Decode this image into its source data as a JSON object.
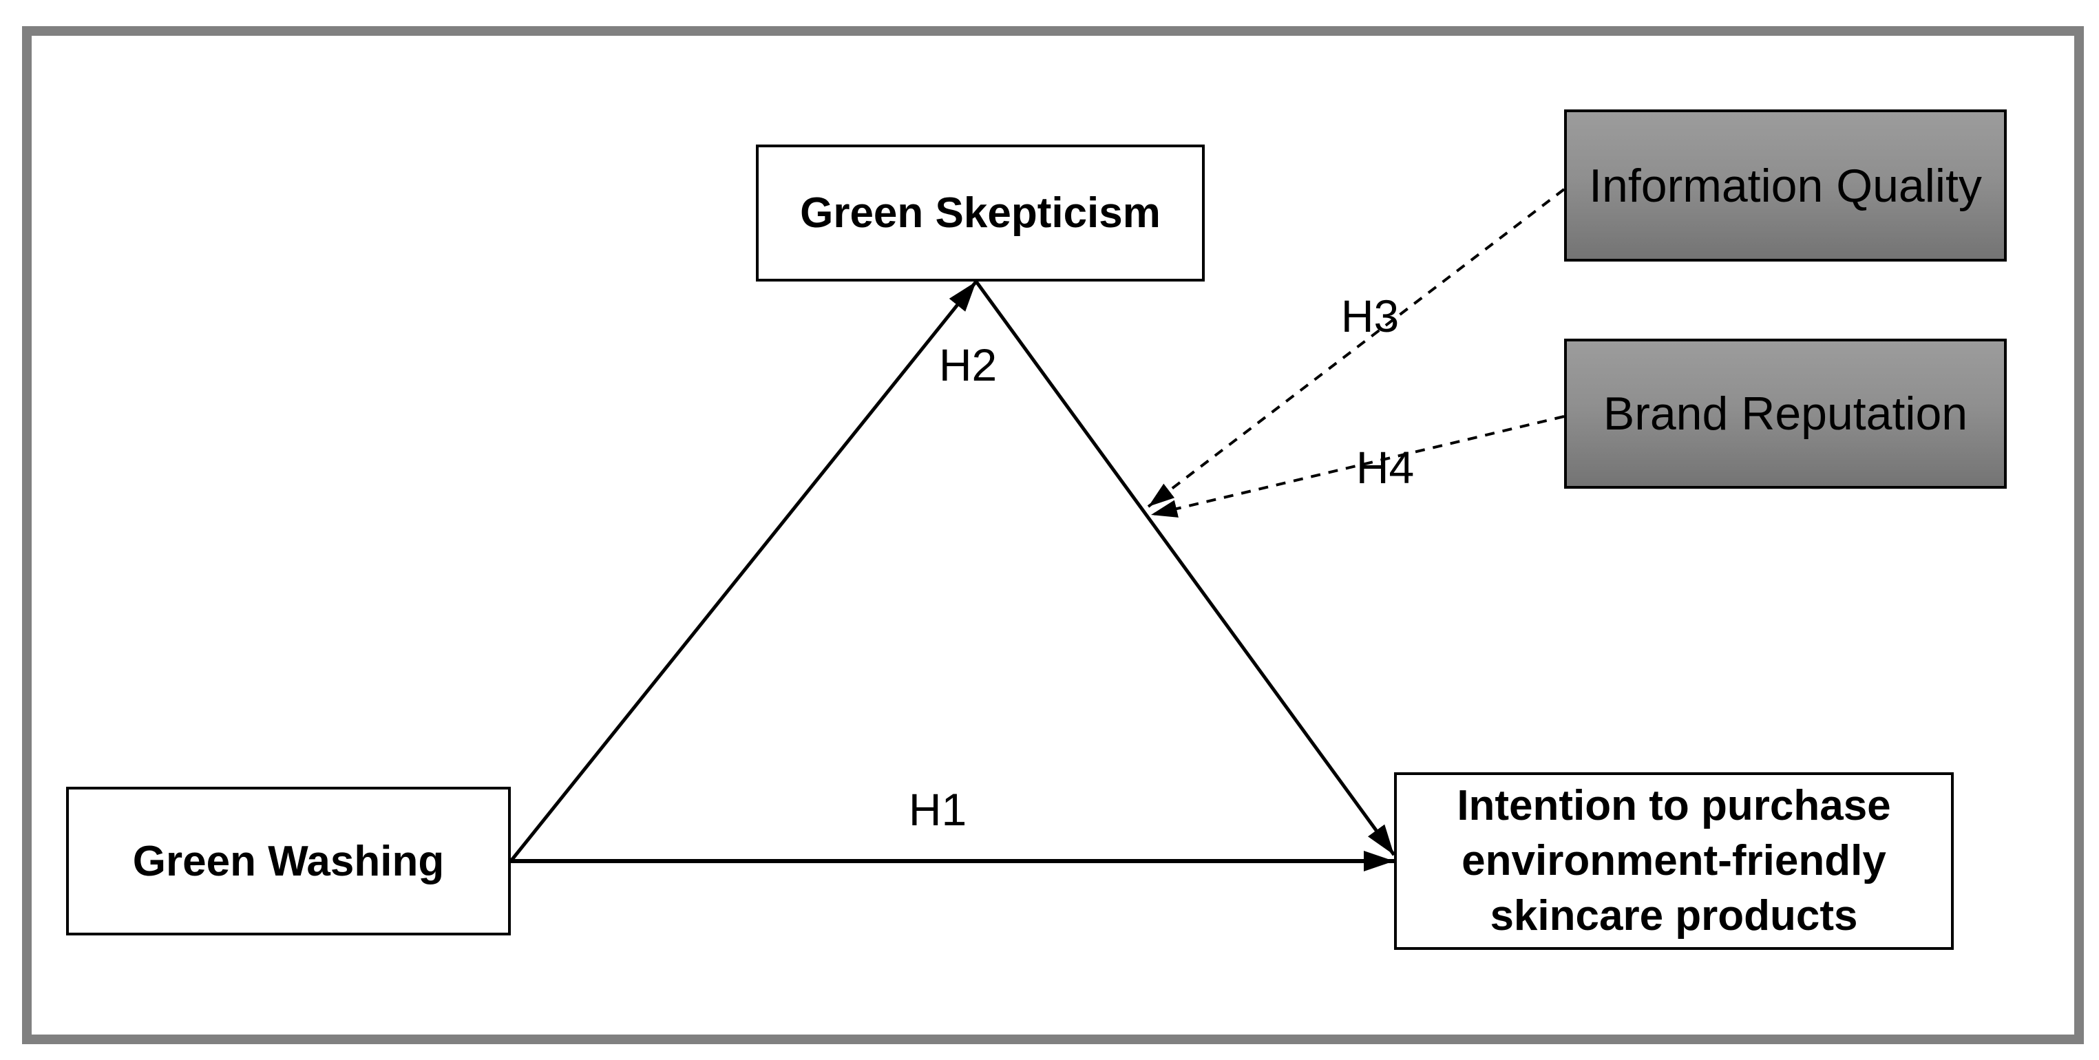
{
  "diagram": {
    "type": "conceptual-research-model",
    "nodes": {
      "green_washing": {
        "label": "Green Washing",
        "role": "independent-variable",
        "fill": "#ffffff"
      },
      "green_skepticism": {
        "label": "Green Skepticism",
        "role": "mediator",
        "fill": "#ffffff"
      },
      "intention": {
        "label": "Intention to purchase environment-friendly skincare products",
        "line1": "Intention to purchase",
        "line2": "environment-friendly",
        "line3": "skincare products",
        "role": "dependent-variable",
        "fill": "#ffffff"
      },
      "information_quality": {
        "label": "Information Quality",
        "role": "moderator",
        "fill": "gray-gradient"
      },
      "brand_reputation": {
        "label": "Brand Reputation",
        "role": "moderator",
        "fill": "gray-gradient"
      }
    },
    "edges": {
      "h1": {
        "label": "H1",
        "from": "green_washing",
        "to": "intention",
        "style": "solid-arrow"
      },
      "h2": {
        "label": "H2",
        "from": "green_washing",
        "to": "green_skepticism",
        "style": "solid-arrow"
      },
      "mediation_path": {
        "label": "",
        "from": "green_skepticism",
        "to": "intention",
        "style": "solid-arrow"
      },
      "h3": {
        "label": "H3",
        "from": "information_quality",
        "to": "mediation_path",
        "style": "dashed-arrow"
      },
      "h4": {
        "label": "H4",
        "from": "brand_reputation",
        "to": "mediation_path",
        "style": "dashed-arrow"
      }
    },
    "colors": {
      "frame": "#808080",
      "box_border": "#000000",
      "line": "#000000",
      "text": "#000000",
      "moderator_fill_top": "#9c9c9c",
      "moderator_fill_bottom": "#747474"
    }
  }
}
